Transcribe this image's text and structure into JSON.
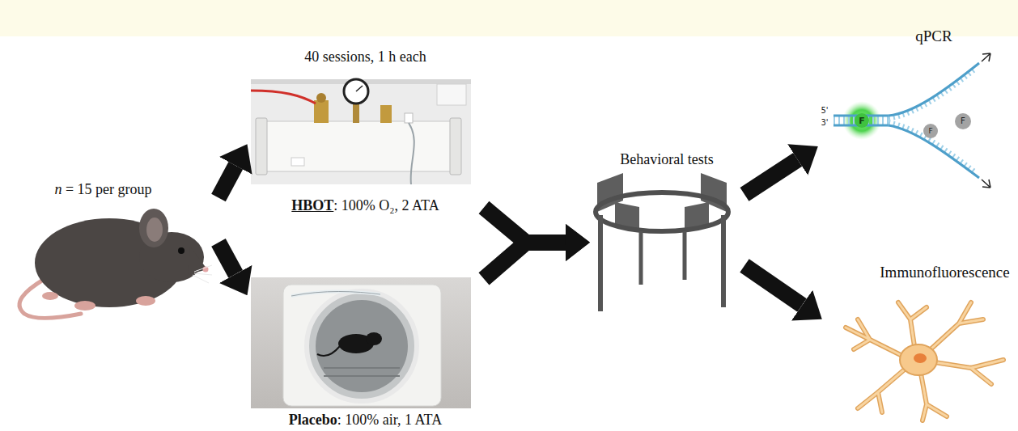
{
  "diagram": {
    "nodes": [
      {
        "text": [
          "n = 15 per group"
        ]
      },
      {
        "text": [
          "40 sessions, 1 h each",
          "HBOT: 100% O₂, 2 ATA"
        ]
      },
      {
        "text": [
          "Placebo: 100% air, 1 ATA"
        ]
      },
      {
        "text": [
          "Behavioral tests"
        ]
      },
      {
        "text": [
          "qPCR"
        ]
      },
      {
        "text": [
          "Immunofluorescence"
        ]
      }
    ],
    "edges": [
      {
        "from": 0,
        "to": 1,
        "arrow": "to"
      },
      {
        "from": 0,
        "to": 2,
        "arrow": "to"
      },
      {
        "from": 1,
        "to": 3,
        "arrow": "to"
      },
      {
        "from": 2,
        "to": 3,
        "arrow": "to"
      },
      {
        "from": 3,
        "to": 4,
        "arrow": "to"
      },
      {
        "from": 3,
        "to": 5,
        "arrow": "to"
      }
    ],
    "labels": [
      "5'",
      "3'",
      "F",
      "F",
      "F"
    ]
  }
}
